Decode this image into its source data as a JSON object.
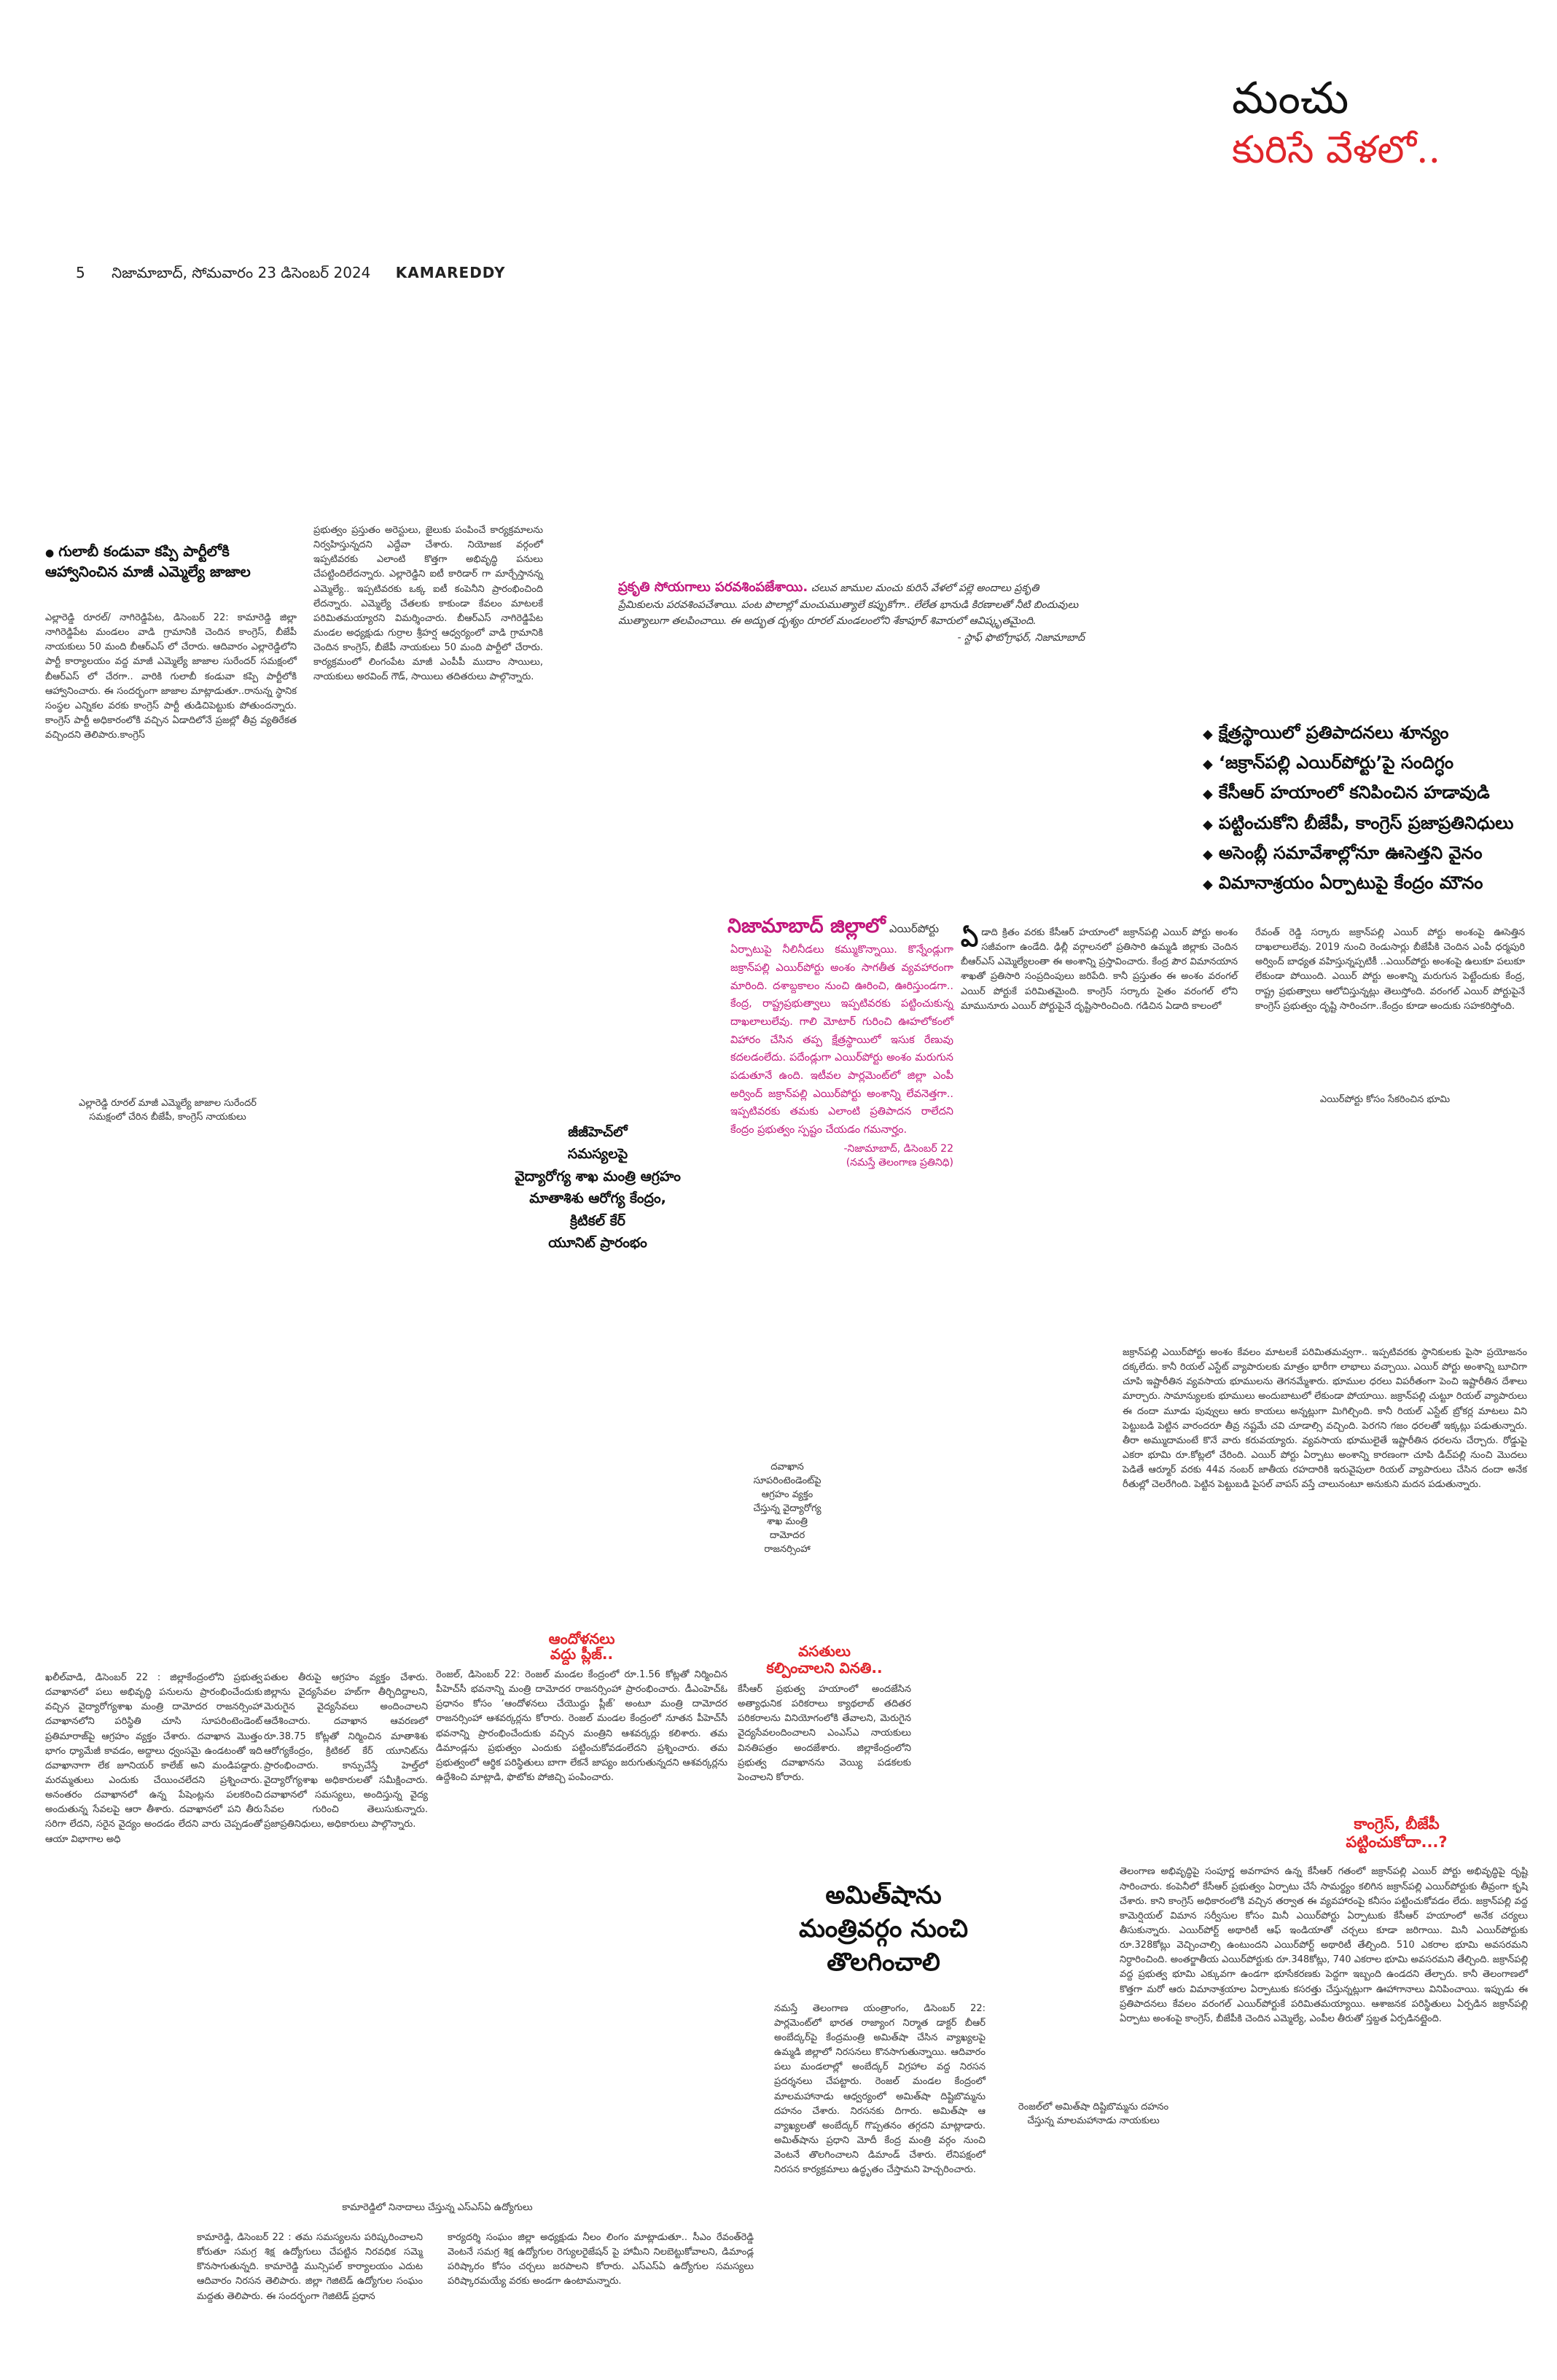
{
  "masthead": {
    "title_line1": "మంచు",
    "title_line2": "కురిసే వేళలో.."
  },
  "folio": {
    "page_number": "5",
    "date_line": "నిజామాబాద్, సోమవారం 23 డిసెంబర్ 2024",
    "section": "KAMAREDDY"
  },
  "story_pink": {
    "headline": "గులాబీ కండువా కప్పి పార్టీలోకి ఆహ్వానించిన మాజీ ఎమ్మెల్యే జాజాల",
    "col1": "ఎల్లారెడ్డి రూరల్/ నాగిరెడ్డిపేట, డిసెంబర్ 22: కామారెడ్డి జిల్లా నాగిరెడ్డిపేట మండలం వాడి గ్రామానికి చెందిన కాంగ్రెస్, బీజేపీ నాయకులు 50 మంది బీఆర్ఎస్ లో చేరారు. ఆదివారం ఎల్లారెడ్డిలోని పార్టీ కార్యాలయం వద్ద మాజీ ఎమ్మెల్యే జాజాల సురేందర్ సమక్షంలో బీఆర్ఎస్ లో చేరగా.. వారికి గులాబీ కండువా కప్పి పార్టీలోకి ఆహ్వానించారు. ఈ సందర్భంగా జాజాల మాట్లాడుతూ..రానున్న స్థానిక సంస్థల ఎన్నికల వరకు కాంగ్రెస్ పార్టీ తుడిచిపెట్టుకు పోతుందన్నారు. కాంగ్రెస్ పార్టీ అధికారంలోకి వచ్చిన ఏడాదిలోనే ప్రజల్లో తీవ్ర వ్యతిరేకత వచ్చిందని తెలిపారు.కాంగ్రెస్",
    "col2": "ప్రభుత్వం ప్రస్తుతం అరెస్టులు, జైలుకు పంపించే కార్యక్రమాలను నిర్వహిస్తున్నదని ఎద్దేవా చేశారు. నియోజక వర్గంలో ఇప్పటివరకు ఎలాంటి కొత్తగా అభివృద్ధి పనులు చేపట్టిందిలేదన్నారు. ఎల్లారెడ్డిని ఐటీ కారిడార్ గా మార్చేస్తానన్న ఎమ్మెల్యే.. ఇప్పటివరకు ఒక్క ఐటీ కంపెనీని ప్రారంభించింది లేదన్నారు. ఎమ్మెల్యే చేతలకు కాకుండా కేవలం మాటలకే పరిమితమయ్యారని విమర్శించారు. బీఆర్ఎస్ నాగిరెడ్డిపేట మండల అధ్యక్షుడు గుర్రాల శ్రీహర్ష ఆధ్వర్యంలో వాడి గ్రామానికి చెందిన కాంగ్రెస్, బీజేపీ నాయకులు 50 మంది పార్టీలో చేరారు. కార్యక్రమంలో లింగంపేట మాజీ ఎంపీపీ ముదాం సాయిలు, నాయకులు అరవింద్ గౌడ్, సాయిలు తదితరులు పాల్గొన్నారు.",
    "photo_caption": "ఎల్లారెడ్డి రూరల్ మాజీ ఎమ్మెల్యే జాజాల సురేందర్ సమక్షంలో చేరిన బీజేపీ, కాంగ్రెస్ నాయకులు"
  },
  "photo_feature": {
    "title": "ప్రకృతి సోయగాలు పరవశింపజేశాయి.",
    "body": "చలువ జాముల మంచు కురిసే వేళలో పల్లె అందాలు ప్రకృతి ప్రేమికులను పరవశింపచేశాయి. పంట పొలాల్లో మంచుముత్యాలే కప్పుకోగా.. లేలేత భానుడి కిరణాలతో నీటి బిందువులు ముత్యాలుగా తలపించాయి. ఈ అద్భుత దృశ్యం రూరల్ మండలంలోని శేకాపూర్ శివారులో ఆవిష్కృతమైంది.",
    "credit": "- స్టాఫ్ ఫొటోగ్రాఫర్, నిజామాబాద్"
  },
  "highlights": [
    "క్షేత్రస్థాయిలో ప్రతిపాదనలు శూన్యం",
    "‘జక్రాన్‌పల్లి ఎయిర్‌పోర్టు’పై సందిగ్ధం",
    "కేసీఆర్ హయాంలో కనిపించిన హడావుడి",
    "పట్టించుకోని బీజేపీ, కాంగ్రెస్ ప్రజాప్రతినిధులు",
    "అసెంబ్లీ సమావేశాల్లోనూ ఊసెత్తని వైనం",
    "విమానాశ్రయం ఏర్పాటుపై కేంద్రం మౌనం"
  ],
  "airport_story": {
    "headline": "నిజామాబాద్ జిల్లాలో",
    "headline_tail": "ఎయిర్‌పోర్టు",
    "lead": "ఏర్పాటుపై నీలినీడలు కమ్ముకొన్నాయి. కొన్నేండ్లుగా జక్రాన్‌పల్లి ఎయిర్‌పోర్టు అంశం సాగతీత వ్యవహారంగా మారింది. దశాబ్దకాలం నుంచి ఊరించి, ఊరిస్తుండగా.. కేంద్ర, రాష్ట్రప్రభుత్వాలు ఇప్పటివరకు పట్టించుకున్న దాఖలాలులేవు. గాలి మోటార్ గురించి ఊహలోకంలో విహారం చేసిన తప్ప క్షేత్రస్థాయిలో ఇసుక రేణువు కదలడంలేదు. పదేండ్లుగా ఎయిర్‌పోర్టు అంశం మరుగున పడుతూనే ఉంది. ఇటీవల పార్లమెంట్‌లో జిల్లా ఎంపీ అర్వింద్ జక్రాన్‌పల్లి ఎయిర్‌పోర్టు అంశాన్ని లేవనెత్తగా.. ఇప్పటివరకు తమకు ఎలాంటి ప్రతిపాదన రాలేదని కేంద్రం ప్రభుత్వం స్పష్టం చేయడం గమనార్హం.",
    "dateline": "-నిజామాబాద్, డిసెంబర్ 22",
    "byline": "(నమస్తే తెలంగాణ ప్రతినిధి)",
    "col2_initial": "ఏ",
    "col2": "డాది క్రితం వరకు కేసీఆర్ హయాంలో జక్రాన్‌పల్లి ఎయిర్ పోర్టు అంశం సజీవంగా ఉండేది. ఢిల్లీ వర్గాలనలో ప్రతిసారి ఉమ్మడి జిల్లాకు చెందిన బీఆర్ఎస్ ఎమ్మెల్యేలంతా ఈ అంశాన్ని ప్రస్తావించారు. కేంద్ర పౌర విమానయాన శాఖతో ప్రతిసారి సంప్రదింపులు జరిపేది. కానీ ప్రస్తుతం ఈ అంశం వరంగల్ ఎయిర్ పోర్టుకే పరిమితమైంది. కాంగ్రెస్ సర్కారు సైతం వరంగల్ లోని మామునూరు ఎయిర్ పోర్టుపైనే దృష్టిసారించింది. గడిచిన ఏడాది కాలంలో",
    "col3": "రేవంత్ రెడ్డి సర్కారు జక్రాన్‌పల్లి ఎయిర్ పోర్టు అంశంపై ఊసెత్తిన దాఖలాలులేవు. 2019 నుంచి రెండుసార్లు బీజేపీకి చెందిన ఎంపీ ధర్మపురి అర్వింద్ బాధ్యత వహిస్తున్నప్పటికీ ..ఎయిర్‌పోర్టు అంశంపై ఉలుకూ పలుకూ లేకుండా పోయింది. ఎయిర్ పోర్టు అంశాన్ని మరుగున పెట్టేందుకు కేంద్ర, రాష్ట్ర ప్రభుత్వాలు ఆలోచిస్తున్నట్లు తెలుస్తోంది. వరంగల్ ఎయిర్ పోర్టుపైనే కాంగ్రెస్ ప్రభుత్వం దృష్టి సారించగా..కేంద్రం కూడా అందుకు సహకరిస్తోంది.",
    "photo_caption": "ఎయిర్‌పోర్టు కోసం సేకరించిన భూమి"
  },
  "ggh_box": {
    "lines": [
      "జీజీహెచ్‌లో",
      "సమస్యలపై",
      "వైద్యారోగ్య శాఖ మంత్రి ఆగ్రహం",
      "మాతాశిశు ఆరోగ్య కేంద్రం,",
      "క్రిటికల్ కేర్",
      "యూనిట్ ప్రారంభం"
    ]
  },
  "hospital_caption": {
    "lines": [
      "దవాఖాన",
      "సూపరింటెండెంట్‌పై",
      "ఆగ్రహం వ్యక్తం",
      "చేస్తున్న వైద్యారోగ్య",
      "శాఖ మంత్రి",
      "దామోదర",
      "రాజనర్సింహా"
    ]
  },
  "airport_cont": {
    "body": "జక్రాన్‌పల్లి ఎయిర్‌పోర్టు అంశం కేవలం మాటలకే పరిమితమవ్వగా.. ఇప్పటివరకు స్థానికులకు పైసా ప్రయోజనం దక్కలేదు. కానీ రియల్ ఎస్టేట్ వ్యాపారులకు మాత్రం భారీగా లాభాలు వచ్చాయి. ఎయిర్ పోర్టు అంశాన్ని బూచిగా చూపి ఇష్టారీతిన వ్యవసాయ భూములను తెగనమ్మేశారు. భూముల ధరలు విపరీతంగా పెంచి ఇష్టారీతిన దేశాలు మార్చారు. సామాన్యులకు భూములు అందుబాటులో లేకుండా పోయాయి. జక్రాన్‌పల్లి చుట్టూ రియల్ వ్యాపారులు ఈ దందా మూడు పువ్వులు ఆరు కాయలు అన్నట్లుగా మిగిల్చింది. కానీ రియల్ ఎస్టేట్ బ్రోకర్ల మాటలు విని పెట్టుబడి పెట్టిన వారందరూ తీవ్ర నష్టమే చవి చూడాల్సి వచ్చింది. పెరగని గజం ధరలతో ఇక్కట్లు పడుతున్నారు. తీరా అమ్ముదామంటే కొనే వారు కరువయ్యారు. వ్యవసాయ భూములైతే ఇష్టారీతిన ధరలను చేర్చారు. రోడ్డుపై ఎకరా భూమి రూ.కోట్లలో చేరింది. ఎయిర్ పోర్టు ఏర్పాటు అంశాన్ని కారణంగా చూపి డిచ్‌పల్లి నుంచి మొదలు పెడితే ఆర్మూర్ వరకు 44వ నంబర్ జాతీయ రహదారికి ఇరువైపులా రియల్ వ్యాపారులు చేసిన దందా అనేక రీతుల్లో చెలరేగింది. పెట్టిన పెట్టుబడి పైసల్ వాపస్ వస్తే చాలునంటూ అనుకుని మదన పడుతున్నారు."
  },
  "story_left_bottom": {
    "headline": "",
    "col1": "ఖలీల్‌వాడి, డిసెంబర్ 22 : జిల్లాకేంద్రంలోని ప్రభుత్వ దవాఖానలో పలు అభివృద్ధి పనులను ప్రారంభించేందుకు వచ్చిన వైద్యారోగ్యశాఖ మంత్రి దామోదర రాజనర్సింహా దవాఖానలోని పరిస్థితి చూసి సూపరింటెండెంట్ ప్రతిమారాజ్‌పై ఆగ్రహం వ్యక్తం చేశారు. దవాఖాన మొత్తం భాగం ధ్యామేజీ కావడం, అద్దాలు ధ్వంసమై ఉండటంతో ఇది దవాఖానాగా లేక జూనియర్ కాలేజ్ అని మండిపడ్డారు. మరమ్మతులు ఎందుకు చేయించలేదని ప్రశ్నించారు. అనంతరం దవాఖానలో ఉన్న పేషెంట్లను పలకరించి అందుతున్న సేవలపై ఆరా తీశారు. దవాఖానలో పని తీరు సరిగా లేదని, సరైన వైద్యం అందడం లేదని వారు చెప్పడంతో ఆయా విభాగాల అధి",
    "col2": "పతుల తీరుపై ఆగ్రహం వ్యక్తం చేశారు. జిల్లాను వైద్యసేవల హబ్‌గా తీర్చిదిద్దాలని, మెరుగైన వైద్యసేవలు అందించాలని ఆదేశించారు. దవాఖాన ఆవరణలో రూ.38.75 కోట్లతో నిర్మించిన మాతాశిశు ఆరోగ్యకేంద్రం, క్రిటికల్ కేర్ యూనిట్‌ను ప్రారంభించారు. కాన్పుచేస్తే హెల్త్‌లో వైద్యారోగ్యశాఖ అధికారులతో సమీక్షించారు. దవాఖానలో సమస్యలు, అందిస్తున్న వైద్య సేవల గురించి తెలుసుకున్నారు. ప్రజాప్రతినిధులు, అధికారులు పాల్గొన్నారు."
  },
  "story_dharna": {
    "headline_line1": "ఆందోళనలు",
    "headline_line2": "వద్దు ప్లీజ్..",
    "body": "రెంజల్, డిసెంబర్ 22: రెంజల్ మండల కేంద్రంలో రూ.1.56 కోట్లతో నిర్మించిన పీహెచ్‌సీ భవనాన్ని మంత్రి దామోదర రాజనర్సింహా ప్రారంభించారు. డీఎంహెచ్‌ఓ ప్రధానం కోసం ‘ఆందోళనలు చేయొద్దు ప్లీజ్’ అంటూ మంత్రి దామోదర రాజనర్సింహా ఆశవర్కర్లను కోరారు. రెంజల్ మండల కేంద్రంలో నూతన పీహెచ్‌సీ భవనాన్ని ప్రారంభించేందుకు వచ్చిన మంత్రిని ఆశవర్కర్లు కలిశారు. తమ డిమాండ్లను ప్రభుత్వం ఎందుకు పట్టించుకోవడంలేదని ప్రశ్నించారు. తమ ప్రభుత్వంలో ఆర్థిక పరిస్థితులు బాగా లేకనే జాప్యం జరుగుతున్నదని ఆశవర్కర్లను ఉద్దేశించి మాట్లాడి, ఫొటోకు పోజిచ్చి పంపించారు."
  },
  "story_facilities": {
    "headline_line1": "వసతులు",
    "headline_line2": "కల్పించాలని వినతి..",
    "body": "కేసీఆర్ ప్రభుత్వ హయాంలో అందజేసిన అత్యాధునిక పరికరాలు క్యాథలాబ్ తదితర పరికరాలను వినియోగంలోకి తేవాలని, మెరుగైన వైద్యసేవలందించాలని ఎంఎస్‌ఎ నాయకులు వినతిపత్రం అందజేశారు. జిల్లాకేంద్రంలోని ప్రభుత్వ దవాఖానను వెయ్యి పడకలకు పెంచాలని కోరారు."
  },
  "story_bjp_cong": {
    "headline_line1": "కాంగ్రెస్, బీజేపీ",
    "headline_line2": "పట్టించుకోదా...?",
    "body": "తెలంగాణ అభివృద్ధిపై సంపూర్ణ అవగాహన ఉన్న కేసీఆర్ గతంలో జక్రాన్‌పల్లి ఎయిర్ పోర్టు అభివృద్ధిపై దృష్టి సారించారు. కంపెనీలో కేసీఆర్ ప్రభుత్వం ఏర్పాటు చేసే సామర్థ్యం కలిగిన జక్రాన్‌పల్లి ఎయిర్‌పోర్టుకు తీవ్రంగా కృషి చేశారు. కాని కాంగ్రెస్ అధికారంలోకి వచ్చిన తర్వాత ఈ వ్యవహారంపై కనీసం పట్టించుకోవడం లేదు. జక్రాన్‌పల్లి వద్ద కామెర్షియల్ విమాన సర్వీసుల కోసం మినీ ఎయిర్‌పోర్టు ఏర్పాటుకు కేసీఆర్ హయాంలో అనేక చర్యలు తీసుకున్నారు. ఎయిర్‌పోర్ట్ అథారిటీ ఆఫ్ ఇండియాతో చర్చలు కూడా జరిగాయి. మినీ ఎయిర్‌పోర్టుకు రూ.328కోట్లు వెచ్చించాల్సి ఉంటుందని ఎయిర్‌పోర్ట్ అథారిటీ తేల్చింది. 510 ఎకరాల భూమి అవసరమని నిర్ధారించింది. అంతర్జాతీయ ఎయిర్‌పోర్టుకు రూ.348కోట్లు, 740 ఎకరాల భూమి అవసరమని తేల్చింది. జక్రాన్‌పల్లి వద్ద ప్రభుత్వ భూమి ఎక్కువగా ఉండగా భూసేకరణకు పెద్దగా ఇబ్బంది ఉండదని తేల్చారు. కానీ తెలంగాణలో కొత్తగా మరో ఆరు విమానాశ్రయాల ఏర్పాటుకు కసరత్తు చేస్తున్నట్లుగా ఊహాగానాలు వినిపించాయి. ఇప్పుడు ఈ ప్రతిపాదనలు కేవలం వరంగల్ ఎయిర్‌పోర్టుకే పరిమితమయ్యాయి. ఆశాజనక పరిస్థితులు ఏర్పడిన జక్రాన్‌పల్లి ఏర్పాటు అంశంపై కాంగ్రెస్, బీజేపీకి చెందిన ఎమ్మెల్యే, ఎంపీల తీరుతో స్తబ్దత ఏర్పడినట్లైంది."
  },
  "story_amit": {
    "headline": [
      "అమిత్‌షాను",
      "మంత్రివర్గం నుంచి",
      "తొలగించాలి"
    ],
    "body": "నమస్తే తెలంగాణ యంత్రాంగం, డిసెంబర్ 22: పార్లమెంట్‌లో భారత రాజ్యాంగ నిర్మాత డాక్టర్ బీఆర్ అంబేద్కర్‌పై కేంద్రమంత్రి అమిత్‌షా చేసిన వ్యాఖ్యలపై ఉమ్మడి జిల్లాలో నిరసనలు కొనసాగుతున్నాయి. ఆదివారం పలు మండలాల్లో అంబేద్కర్ విగ్రహాల వద్ద నిరసన ప్రదర్శనలు చేపట్టారు. రెంజల్ మండల కేంద్రంలో మాలమహానాడు ఆధ్వర్యంలో అమిత్‌షా దిష్టిబొమ్మను దహనం చేశారు. నిరసనకు దిగారు. అమిత్‌షా ఆ వ్యాఖ్యలతో అంబేద్కర్ గొప్పతనం తగ్గదని మాట్లాడారు. అమిత్‌షాను ప్రధాని మోదీ కేంద్ర మంత్రి వర్గం నుంచి వెంటనే తొలగించాలని డిమాండ్ చేశారు. లేనిపక్షంలో నిరసన కార్యక్రమాలు ఉద్ధృతం చేస్తామని హెచ్చరించారు.",
    "photo_caption": "రెంజల్‌లో అమిత్‌షా దిష్టిబొమ్మను దహనం చేస్తున్న మాలమహానాడు నాయకులు"
  },
  "story_sub": {
    "headline": "కామారెడ్డిలో నినాదాలు చేస్తున్న ఎస్‌ఎస్‌ఏ ఉద్యోగులు",
    "col1": "కామారెడ్డి, డిసెంబర్ 22 : తమ సమస్యలను పరిష్కరించాలని కోరుతూ సమగ్ర శిక్ష ఉద్యోగులు చేపట్టిన నిరవధిక సమ్మె కొనసాగుతున్నది. కామారెడ్డి మున్సిపల్ కార్యాలయం ఎదుట ఆదివారం నిరసన తెలిపారు. జిల్లా గెజిటెడ్ ఉద్యోగుల సంఘం మద్దతు తెలిపారు. ఈ సందర్భంగా గెజిటెడ్ ప్రధాన",
    "col2": "కార్యదర్శి సంఘం జిల్లా అధ్యక్షుడు నీలం లింగం మాట్లాడుతూ.. సీఎం రేవంత్‌రెడ్డి వెంటనే సమగ్ర శిక్ష ఉద్యోగుల రెగ్యులరైజేషన్ పై హామీని నిలబెట్టుకోవాలని, డిమాండ్ల పరిష్కారం కోసం చర్చలు జరపాలని కోరారు. ఎస్‌ఎస్‌ఏ ఉద్యోగుల సమస్యలు పరిష్కారమయ్యే వరకు అండగా ఉంటామన్నారు."
  }
}
